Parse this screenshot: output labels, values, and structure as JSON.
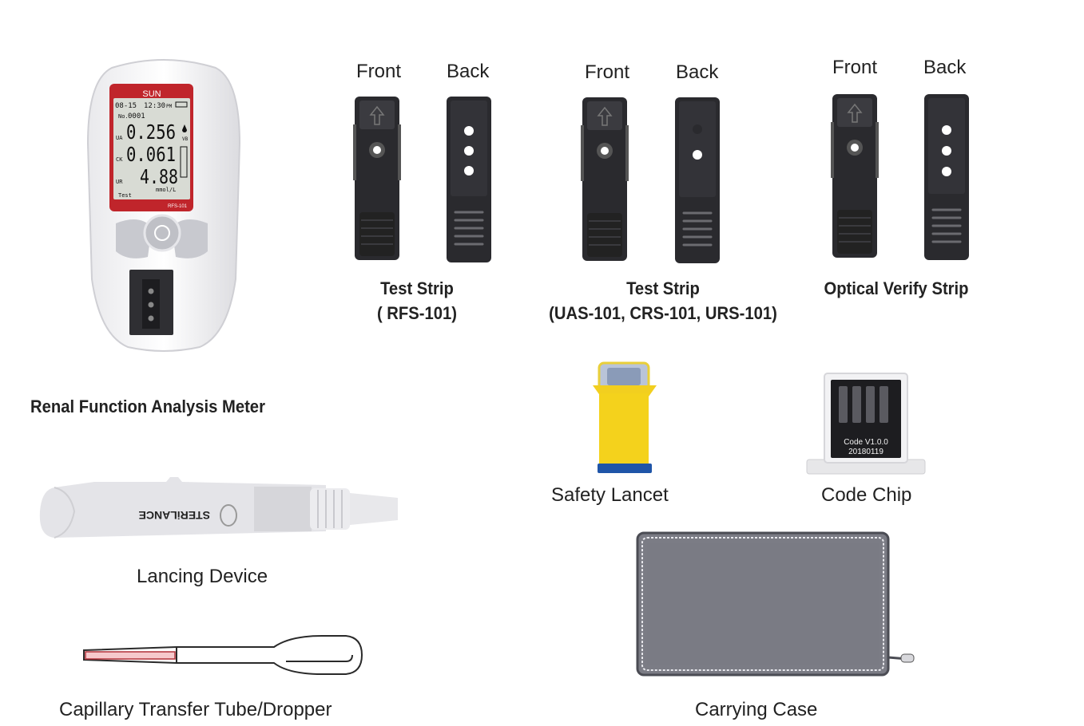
{
  "meter": {
    "label": "Renal Function Analysis Meter",
    "brand": "SUN",
    "model": "RFS-101",
    "screen": {
      "date": "08-15",
      "time": "12:30",
      "ampm": "PM",
      "no_label": "No.",
      "no_value": "0001",
      "ua_label": "UA",
      "ua_value": "0.256",
      "ck_label": "CK",
      "ck_value": "0.061",
      "ur_label": "UR",
      "ur_value": "4.88",
      "vb_label": "VB",
      "unit": "mmol/L",
      "test_label": "Test"
    }
  },
  "strip_groups": [
    {
      "front_label": "Front",
      "back_label": "Back",
      "title": "Test Strip",
      "subtitle": "( RFS-101)"
    },
    {
      "front_label": "Front",
      "back_label": "Back",
      "title": "Test Strip",
      "subtitle": "(UAS-101, CRS-101, URS-101)"
    },
    {
      "front_label": "Front",
      "back_label": "Back",
      "title": "Optical Verify Strip",
      "subtitle": ""
    }
  ],
  "lancing_device": {
    "label": "Lancing Device",
    "brand_text": "STERiLANCE"
  },
  "safety_lancet": {
    "label": "Safety Lancet"
  },
  "code_chip": {
    "label": "Code Chip",
    "line1": "Code  V1.0.0",
    "line2": "20180119"
  },
  "dropper": {
    "label": "Capillary Transfer Tube/Dropper"
  },
  "carrying_case": {
    "label": "Carrying Case"
  },
  "colors": {
    "meter_red": "#c0252b",
    "strip_dark": "#2a2a2e",
    "lancet_yellow": "#f2cf1f",
    "case_gray": "#7b7c85"
  }
}
